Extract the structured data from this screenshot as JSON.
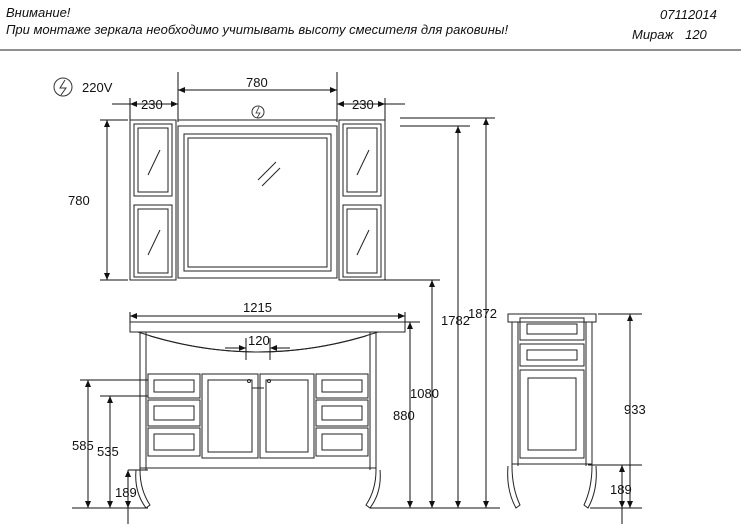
{
  "header": {
    "warning_title": "Внимание!",
    "warning_text": "При монтаже зеркала необходимо учитывать высоту смесителя для раковины!",
    "article_code": "07112014",
    "model_name": "Мираж",
    "model_size": "120"
  },
  "mirror": {
    "power_label": "220V",
    "width_center": "780",
    "width_left_cabinet": "230",
    "width_right_cabinet": "230",
    "height": "780"
  },
  "vanity_front": {
    "total_width": "1215",
    "faucet_spacing": "120",
    "height_to_basin_top": "880",
    "height_to_mirror_bottom": "1080",
    "height_to_mirror_middle": "1782",
    "height_total": "1872",
    "drawer_heights_outer": "585",
    "drawer_heights_inner": "535",
    "leg_height": "189"
  },
  "vanity_side": {
    "height": "933",
    "leg_height": "189"
  },
  "icons": [
    "power-symbol-icon",
    "lamp-symbol-icon"
  ]
}
